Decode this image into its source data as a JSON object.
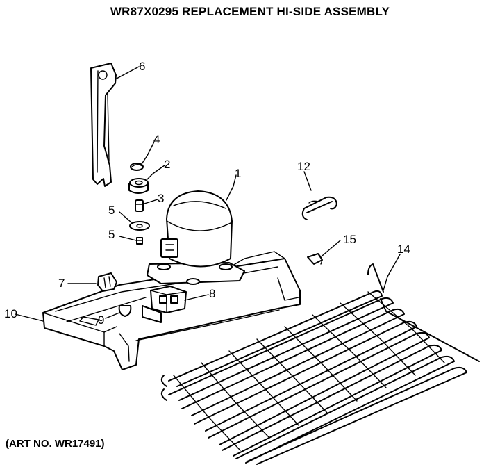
{
  "title": "WR87X0295 REPLACEMENT HI-SIDE ASSEMBLY",
  "art_no": "(ART NO. WR17491)",
  "callouts": {
    "c1": "1",
    "c2": "2",
    "c3": "3",
    "c4": "4",
    "c5a": "5",
    "c5b": "5",
    "c6": "6",
    "c7": "7",
    "c8": "8",
    "c9": "9",
    "c10": "10",
    "c12": "12",
    "c14": "14",
    "c15": "15"
  }
}
